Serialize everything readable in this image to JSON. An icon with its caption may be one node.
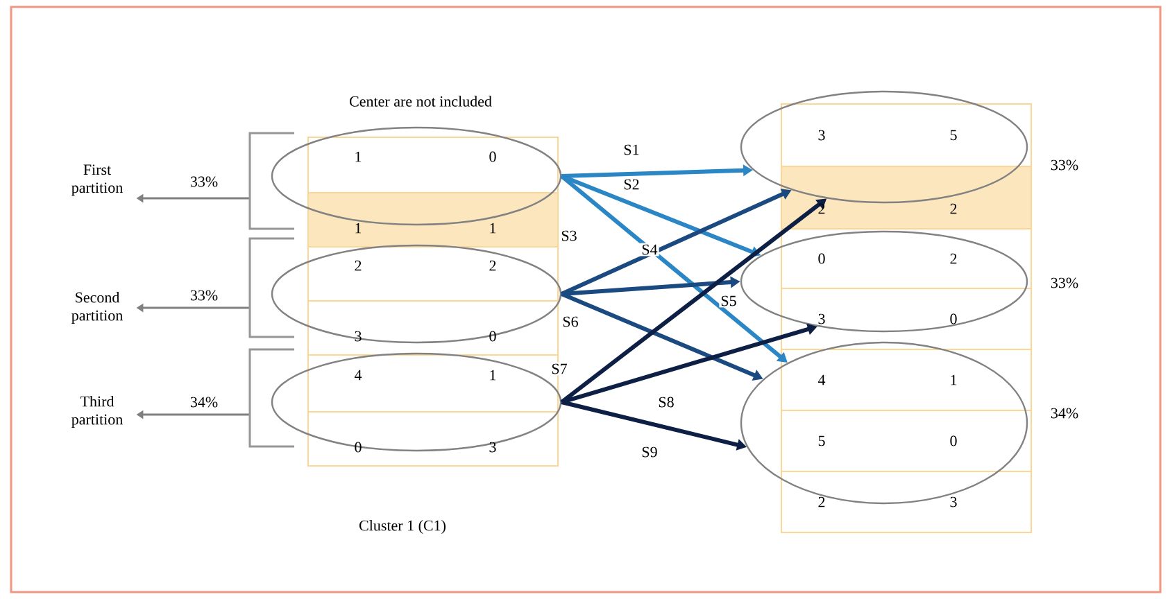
{
  "diagram": {
    "title": "Center are not included",
    "caption": "Cluster 1 (C1)",
    "nodes": [
      {
        "text": [
          "First partition"
        ]
      },
      {
        "text": [
          "Second partition"
        ]
      },
      {
        "text": [
          "Third partition"
        ]
      },
      {
        "text": [],
        "shape": "ellipse"
      },
      {
        "text": [],
        "shape": "ellipse"
      },
      {
        "text": [],
        "shape": "ellipse"
      },
      {
        "text": [],
        "shape": "ellipse"
      },
      {
        "text": [],
        "shape": "ellipse"
      },
      {
        "text": [],
        "shape": "ellipse"
      }
    ],
    "edges": [
      {
        "from": 3,
        "to": 6,
        "arrow": "to",
        "label": "S1",
        "color": "#2b86c5"
      },
      {
        "from": 3,
        "to": 7,
        "arrow": "to",
        "label": "S2",
        "color": "#2b86c5"
      },
      {
        "from": 3,
        "to": 8,
        "arrow": "to",
        "label": "S3",
        "color": "#2b86c5"
      },
      {
        "from": 4,
        "to": 6,
        "arrow": "to",
        "label": "S4",
        "color": "#1b4a80"
      },
      {
        "from": 4,
        "to": 7,
        "arrow": "to",
        "label": "S5",
        "color": "#1b4a80"
      },
      {
        "from": 4,
        "to": 8,
        "arrow": "to",
        "label": "S6",
        "color": "#1b4a80"
      },
      {
        "from": 5,
        "to": 6,
        "arrow": "to",
        "label": "S7",
        "color": "#0d1f45"
      },
      {
        "from": 5,
        "to": 7,
        "arrow": "to",
        "label": "S8",
        "color": "#0d1f45"
      },
      {
        "from": 5,
        "to": 8,
        "arrow": "to",
        "label": "S9",
        "color": "#0d1f45"
      },
      {
        "from": 3,
        "to": 0,
        "arrow": "to",
        "label": "33%",
        "color": "#808080"
      },
      {
        "from": 4,
        "to": 1,
        "arrow": "to",
        "label": "33%",
        "color": "#808080"
      },
      {
        "from": 5,
        "to": 2,
        "arrow": "to",
        "label": "34%",
        "color": "#808080"
      }
    ],
    "labels": [
      "1",
      "0",
      "1",
      "1",
      "2",
      "2",
      "3",
      "0",
      "4",
      "1",
      "0",
      "3",
      "3",
      "5",
      "2",
      "2",
      "0",
      "2",
      "3",
      "0",
      "4",
      "1",
      "5",
      "0",
      "2",
      "3",
      "33%",
      "33%",
      "34%"
    ]
  }
}
